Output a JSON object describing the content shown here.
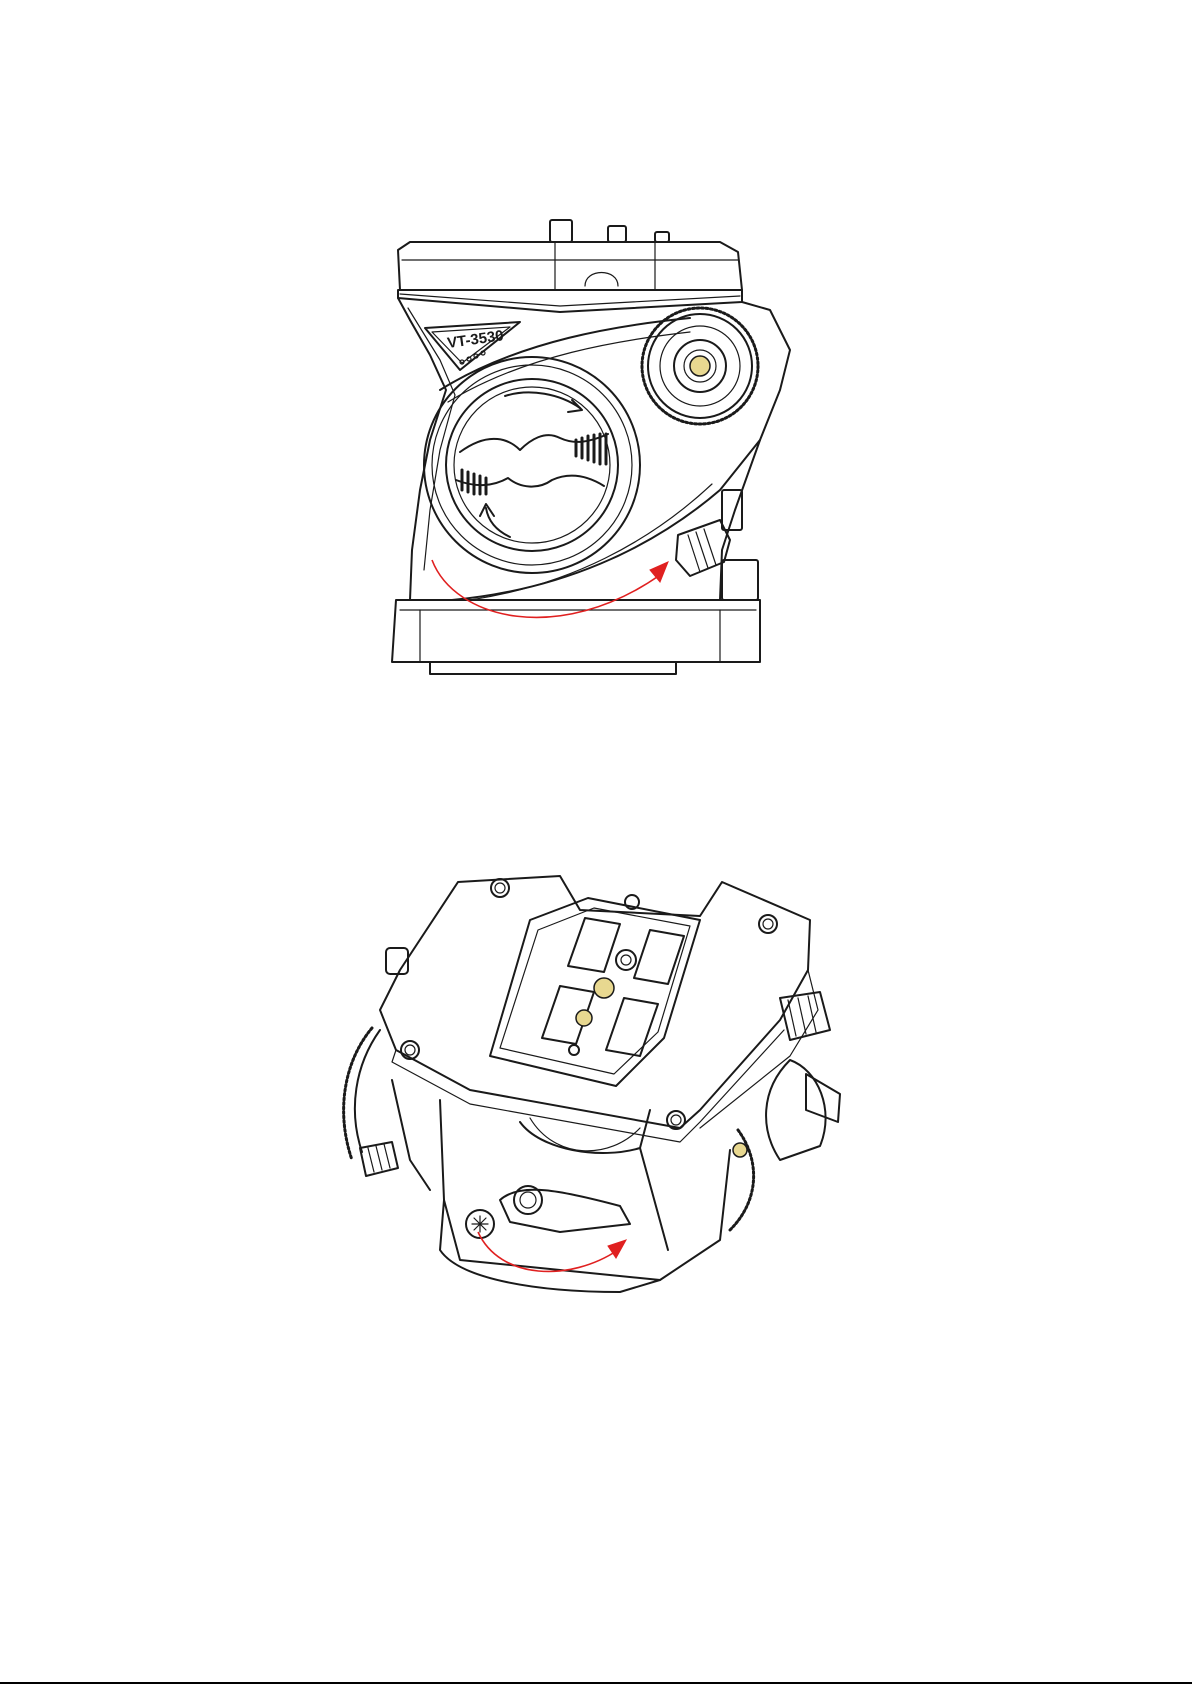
{
  "figures": [
    {
      "id": "side-view",
      "model_label": "VT-3530"
    },
    {
      "id": "top-view"
    }
  ],
  "colors": {
    "line_art": "#1a1a1a",
    "arrow": "#e02020",
    "brass": "#e8d890",
    "background": "#ffffff"
  }
}
